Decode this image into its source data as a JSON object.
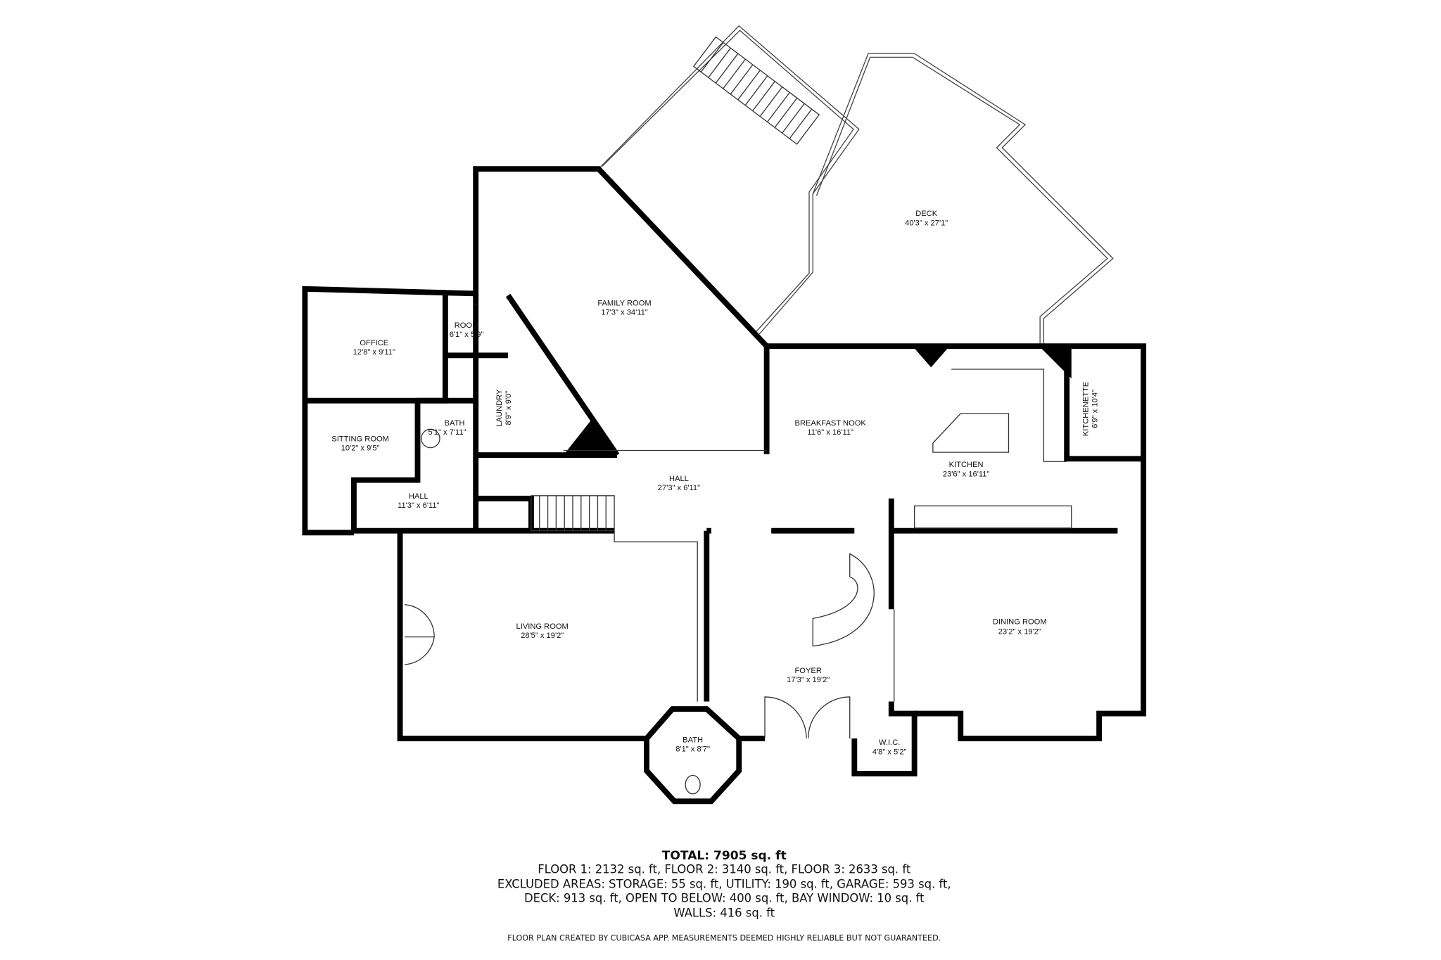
{
  "rooms": [
    {
      "name": "DECK",
      "size": "40'3\" x 27'1\""
    },
    {
      "name": "FAMILY ROOM",
      "size": "17'3\" x 34'11\""
    },
    {
      "name": "ROOM",
      "size": "6'1\" x 5'9\""
    },
    {
      "name": "OFFICE",
      "size": "12'8\" x 9'11\""
    },
    {
      "name": "LAUNDRY",
      "size": "8'9\" x 9'0\""
    },
    {
      "name": "BATH",
      "size": "5'1\" x 7'11\""
    },
    {
      "name": "SITTING ROOM",
      "size": "10'2\" x 9'5\""
    },
    {
      "name": "HALL",
      "size": "11'3\" x 6'11\""
    },
    {
      "name": "HALL",
      "size": "27'3\" x 6'11\""
    },
    {
      "name": "BREAKFAST NOOK",
      "size": "11'6\" x 16'11\""
    },
    {
      "name": "KITCHEN",
      "size": "23'6\" x 16'11\""
    },
    {
      "name": "KITCHENETTE",
      "size": "6'9\" x 10'4\""
    },
    {
      "name": "LIVING ROOM",
      "size": "28'5\" x 19'2\""
    },
    {
      "name": "FOYER",
      "size": "17'3\" x 19'2\""
    },
    {
      "name": "DINING ROOM",
      "size": "23'2\" x 19'2\""
    },
    {
      "name": "BATH",
      "size": "8'1\" x 8'7\""
    },
    {
      "name": "W.I.C.",
      "size": "4'8\" x 5'2\""
    }
  ],
  "summary": {
    "total": "TOTAL: 7905 sq. ft",
    "floors": "FLOOR 1: 2132 sq. ft, FLOOR 2: 3140 sq. ft, FLOOR 3: 2633 sq. ft",
    "excluded_1": "EXCLUDED AREAS: STORAGE: 55 sq. ft, UTILITY: 190 sq. ft, GARAGE: 593 sq. ft,",
    "excluded_2": "DECK: 913 sq. ft, OPEN TO BELOW: 400 sq. ft, BAY WINDOW: 10 sq. ft",
    "walls": "WALLS: 416 sq. ft",
    "disclaimer": "FLOOR PLAN CREATED BY CUBICASA APP. MEASUREMENTS DEEMED HIGHLY RELIABLE BUT NOT GUARANTEED."
  }
}
